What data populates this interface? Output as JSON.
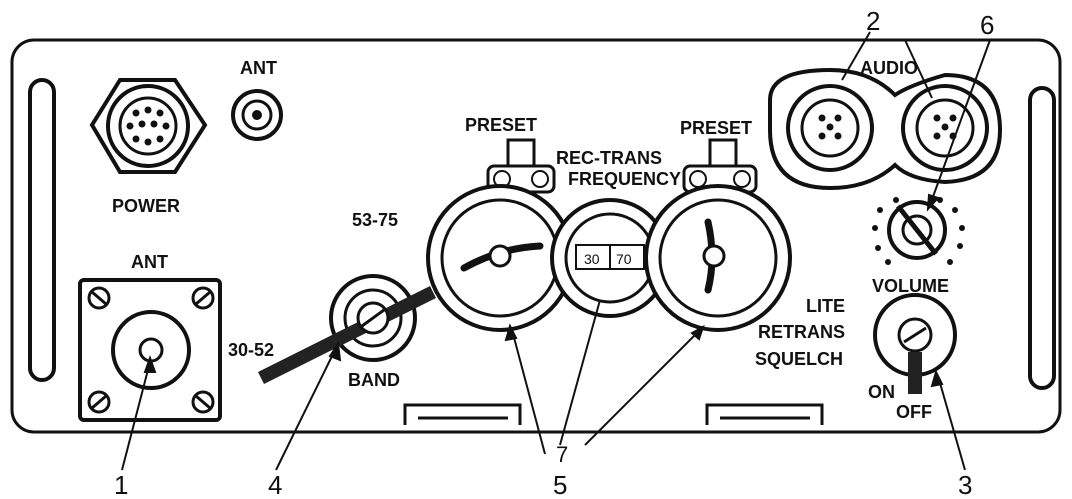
{
  "panel_labels": {
    "ant_top": "ANT",
    "power": "POWER",
    "ant_left": "ANT",
    "band_low": "30-52",
    "band_high": "53-75",
    "band": "BAND",
    "preset_left": "PRESET",
    "preset_right": "PRESET",
    "rec_trans": "REC-TRANS",
    "frequency": "FREQUENCY",
    "audio": "AUDIO",
    "volume": "VOLUME",
    "lite": "LITE",
    "retrans": "RETRANS",
    "squelch": "SQUELCH",
    "on": "ON",
    "off": "OFF",
    "freq_window_a": "30",
    "freq_window_b": "70"
  },
  "callouts": [
    "1",
    "2",
    "3",
    "4",
    "5",
    "6",
    "7"
  ]
}
